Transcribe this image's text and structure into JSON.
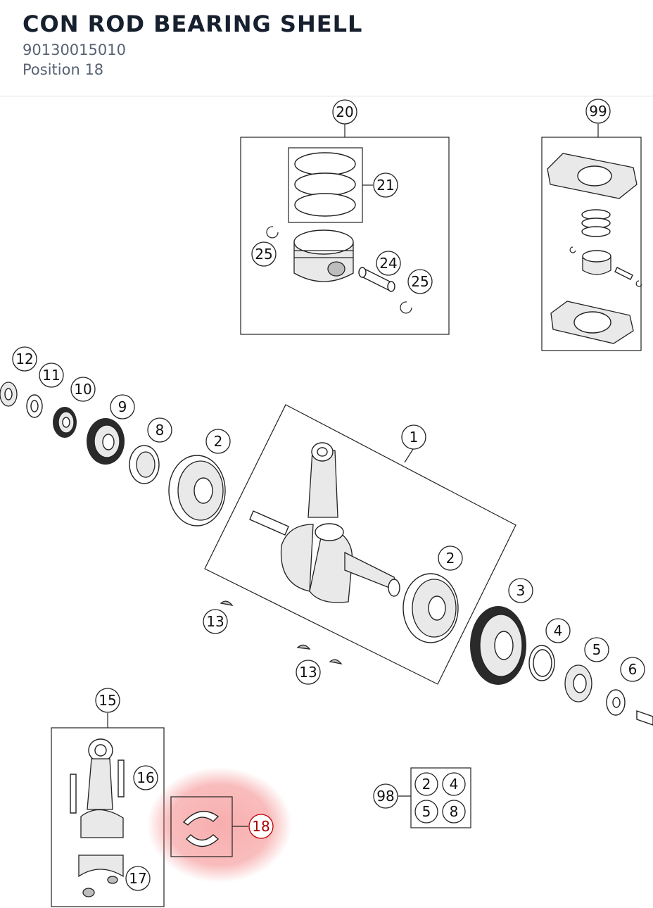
{
  "header": {
    "title": "CON ROD BEARING SHELL",
    "part_number": "90130015010",
    "position": "Position 18"
  },
  "callouts": {
    "c20": "20",
    "c21": "21",
    "c25a": "25",
    "c24": "24",
    "c25b": "25",
    "c99": "99",
    "c12": "12",
    "c11": "11",
    "c10": "10",
    "c9": "9",
    "c8": "8",
    "c2a": "2",
    "c1": "1",
    "c2b": "2",
    "c3": "3",
    "c4": "4",
    "c5": "5",
    "c6": "6",
    "c13a": "13",
    "c13b": "13",
    "c15": "15",
    "c16": "16",
    "c17": "17",
    "c18": "18",
    "c98": "98",
    "k2": "2",
    "k4": "4",
    "k5": "5",
    "k8": "8"
  },
  "highlight": {
    "position": "18",
    "color": "#f26b6b"
  }
}
